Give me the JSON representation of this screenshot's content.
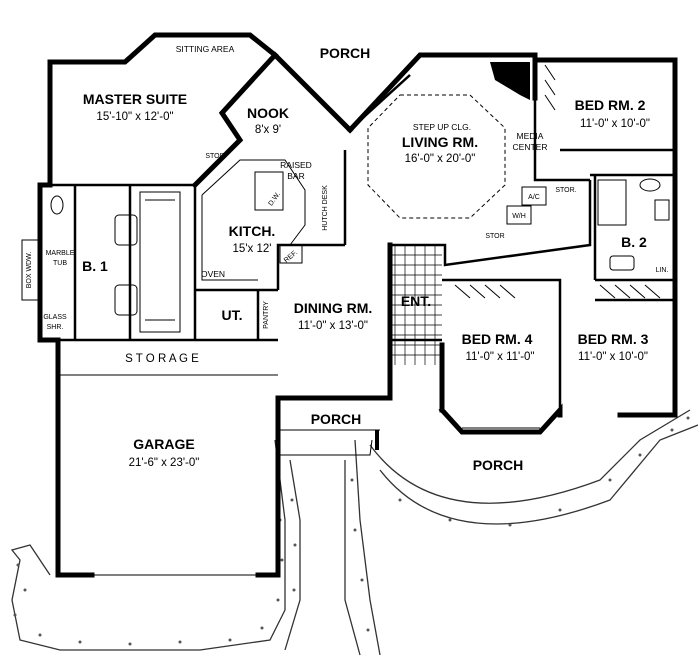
{
  "plan": {
    "rooms": {
      "porch_top": "PORCH",
      "sitting_area": "SITTING AREA",
      "master_suite": {
        "name": "MASTER SUITE",
        "size": "15'-10\" x 12'-0\""
      },
      "nook": {
        "name": "NOOK",
        "size": "8'x 9'"
      },
      "living_room": {
        "note": "STEP UP CLG.",
        "name": "LIVING RM.",
        "size": "16'-0\" x 20'-0\""
      },
      "bed_room_2": {
        "name": "BED RM. 2",
        "size": "11'-0\" x 10'-0\""
      },
      "kitchen": {
        "name": "KITCH.",
        "size": "15'x 12'"
      },
      "bath_1": "B. 1",
      "bath_2": "B. 2",
      "dining_room": {
        "name": "DINING RM.",
        "size": "11'-0\" x 13'-0\""
      },
      "entry": "ENT.",
      "bed_room_4": {
        "name": "BED RM. 4",
        "size": "11'-0\" x 11'-0\""
      },
      "bed_room_3": {
        "name": "BED RM. 3",
        "size": "11'-0\" x 10'-0\""
      },
      "storage": "S T O R A G E",
      "porch_mid": "PORCH",
      "porch_bottom": "PORCH",
      "garage": {
        "name": "GARAGE",
        "size": "21'-6\" x 23'-0\""
      },
      "utility": "UT."
    },
    "labels": {
      "stor_nook": "STOR.",
      "raised_bar_1": "RAISED",
      "raised_bar_2": "BAR",
      "hutch_desk": "HUTCH DESK",
      "dw": "D.W.",
      "ref": "REF.",
      "oven": "OVEN",
      "pantry": "PANTRY",
      "media_center_1": "MEDIA",
      "media_center_2": "CENTER",
      "stor_right": "STOR.",
      "stor_living": "STOR",
      "ac": "A/C",
      "wh": "W/H",
      "lin": "LIN.",
      "box_wdw": "BOX WDW.",
      "marble_tub_1": "MARBLE",
      "marble_tub_2": "TUB",
      "glass_shr_1": "GLASS",
      "glass_shr_2": "SHR."
    }
  }
}
